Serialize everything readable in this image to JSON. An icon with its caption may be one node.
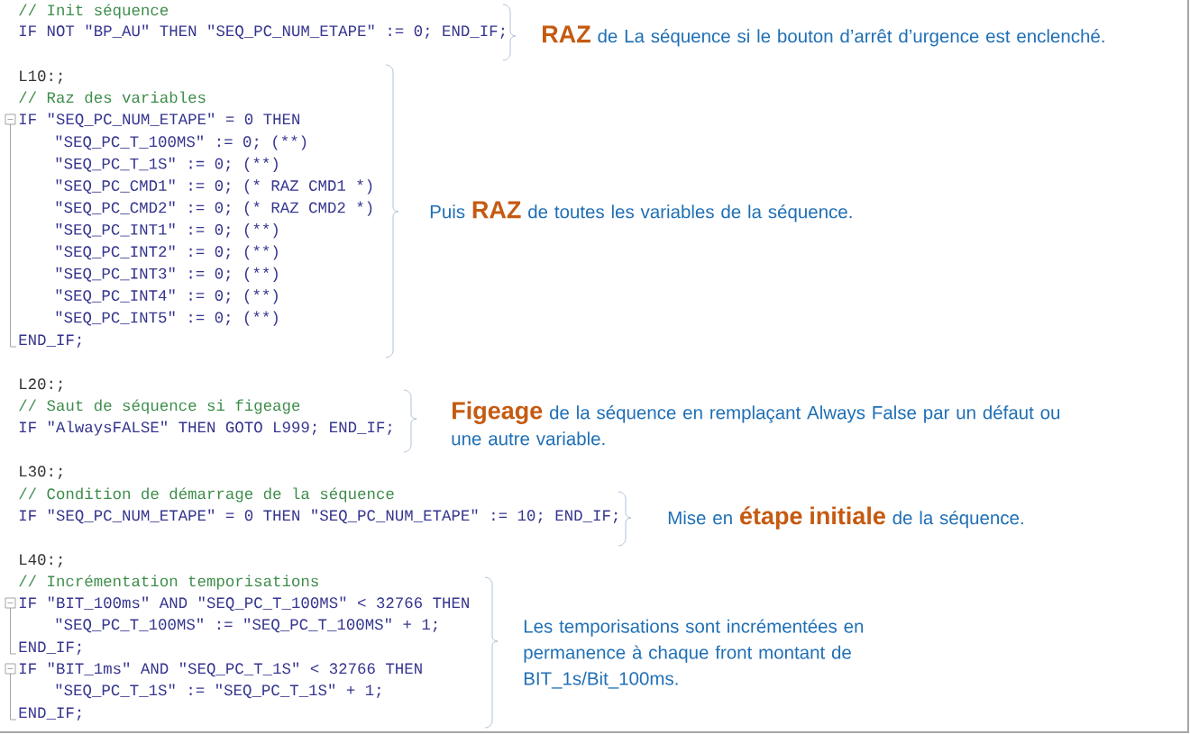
{
  "diagram": {
    "labels": [
      "// Init séquence",
      "IF NOT \"BP_AU\" THEN \"SEQ_PC_NUM_ETAPE\" := 0; END_IF;",
      "**RAZ** de La séquence si le bouton d’arrêt d’urgence est enclenché.",
      "L10:;",
      "// Raz des variables",
      "IF \"SEQ_PC_NUM_ETAPE\" = 0 THEN",
      "\"SEQ_PC_T_100MS\" := 0; (**)",
      "\"SEQ_PC_T_1S\" := 0; (**)",
      "\"SEQ_PC_CMD1\" := 0; (* RAZ CMD1 *)",
      "\"SEQ_PC_CMD2\" := 0; (* RAZ CMD2 *)",
      "\"SEQ_PC_INT1\" := 0; (**)",
      "\"SEQ_PC_INT2\" := 0; (**)",
      "\"SEQ_PC_INT3\" := 0; (**)",
      "\"SEQ_PC_INT4\" := 0; (**)",
      "\"SEQ_PC_INT5\" := 0; (**)",
      "END_IF;",
      "Puis **RAZ** de toutes les variables de la séquence.",
      "L20:;",
      "// Saut de séquence si figeage",
      "IF \"AlwaysFALSE\" THEN GOTO L999; END_IF;",
      "**Figeage** de la séquence en remplaçant Always False par un défaut ou une autre variable.",
      "L30:;",
      "// Condition de démarrage de la séquence",
      "IF \"SEQ_PC_NUM_ETAPE\" = 0 THEN \"SEQ_PC_NUM_ETAPE\" := 10; END_IF;",
      "Mise en **étape initiale** de la séquence.",
      "L40:;",
      "// Incrémentation temporisations",
      "IF \"BIT_100ms\" AND \"SEQ_PC_T_100MS\" < 32766 THEN",
      "\"SEQ_PC_T_100MS\" := \"SEQ_PC_T_100MS\" + 1;",
      "END_IF;",
      "IF \"BIT_1ms\" AND \"SEQ_PC_T_1S\" < 32766 THEN",
      "\"SEQ_PC_T_1S\" := \"SEQ_PC_T_1S\" + 1;",
      "END_IF;",
      "Les temporisations sont incrémentées en permanence à chaque front montant de BIT_1s/Bit_100ms."
    ]
  }
}
